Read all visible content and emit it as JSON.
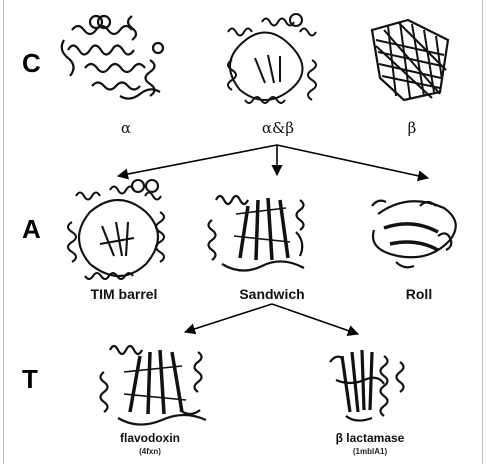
{
  "levels": {
    "class": "C",
    "architecture": "A",
    "topology": "T"
  },
  "class_row": [
    {
      "label": "α"
    },
    {
      "label": "α&β"
    },
    {
      "label": "β"
    }
  ],
  "architecture_row": [
    {
      "label": "TIM barrel"
    },
    {
      "label": "Sandwich"
    },
    {
      "label": "Roll"
    }
  ],
  "topology_row": [
    {
      "label": "flavodoxin",
      "code": "(4fxn)"
    },
    {
      "label": "β lactamase",
      "code": "(1mblA1)"
    }
  ]
}
